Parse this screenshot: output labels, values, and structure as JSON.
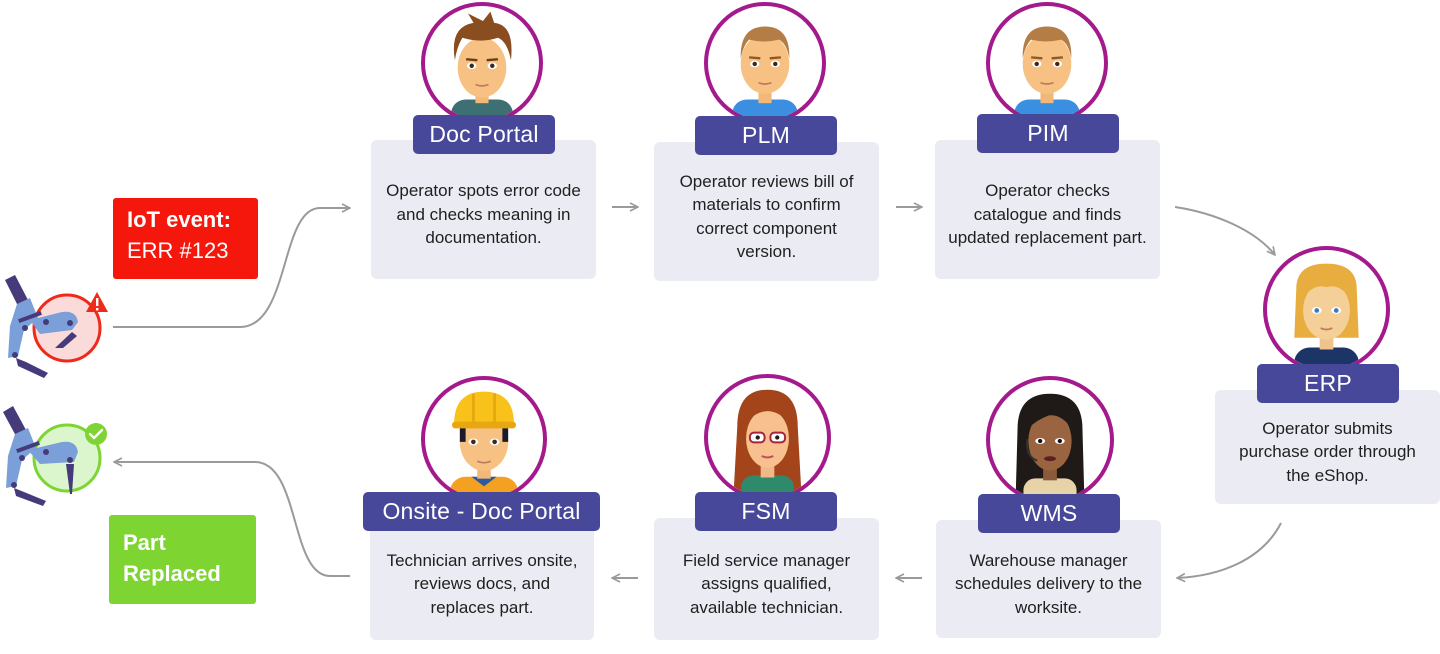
{
  "events": {
    "start": {
      "line1": "IoT event:",
      "line2": "ERR #123",
      "color": "#f5170b"
    },
    "end": {
      "line1": "Part",
      "line2": "Replaced",
      "color": "#7ed532"
    }
  },
  "colors": {
    "badge": "#48489a",
    "card": "#ebebf3",
    "avatar_ring": "#a4198c",
    "arrow": "#9a9a9a",
    "error": "#f5170b",
    "success": "#7ed532"
  },
  "robots": {
    "error": {
      "icon": "robot-arm-error-icon",
      "status_icon": "warning-icon"
    },
    "ok": {
      "icon": "robot-arm-ok-icon",
      "status_icon": "check-icon"
    }
  },
  "steps": [
    {
      "system": "Doc Portal",
      "description": "Operator spots error code and checks meaning in documentation.",
      "avatar": "operator-brown-hair"
    },
    {
      "system": "PLM",
      "description": "Operator reviews bill of materials to confirm correct component version.",
      "avatar": "operator-short-hair"
    },
    {
      "system": "PIM",
      "description": "Operator checks catalogue and finds updated replacement part.",
      "avatar": "operator-short-hair"
    },
    {
      "system": "ERP",
      "description": "Operator submits purchase order through the eShop.",
      "avatar": "operator-blonde"
    },
    {
      "system": "WMS",
      "description": "Warehouse manager schedules delivery to the worksite.",
      "avatar": "warehouse-manager-headset"
    },
    {
      "system": "FSM",
      "description": "Field service manager assigns qualified, available technician.",
      "avatar": "field-service-manager-glasses"
    },
    {
      "system": "Onsite - Doc Portal",
      "description": "Technician arrives onsite, reviews docs, and replaces part.",
      "avatar": "technician-hard-hat"
    }
  ]
}
